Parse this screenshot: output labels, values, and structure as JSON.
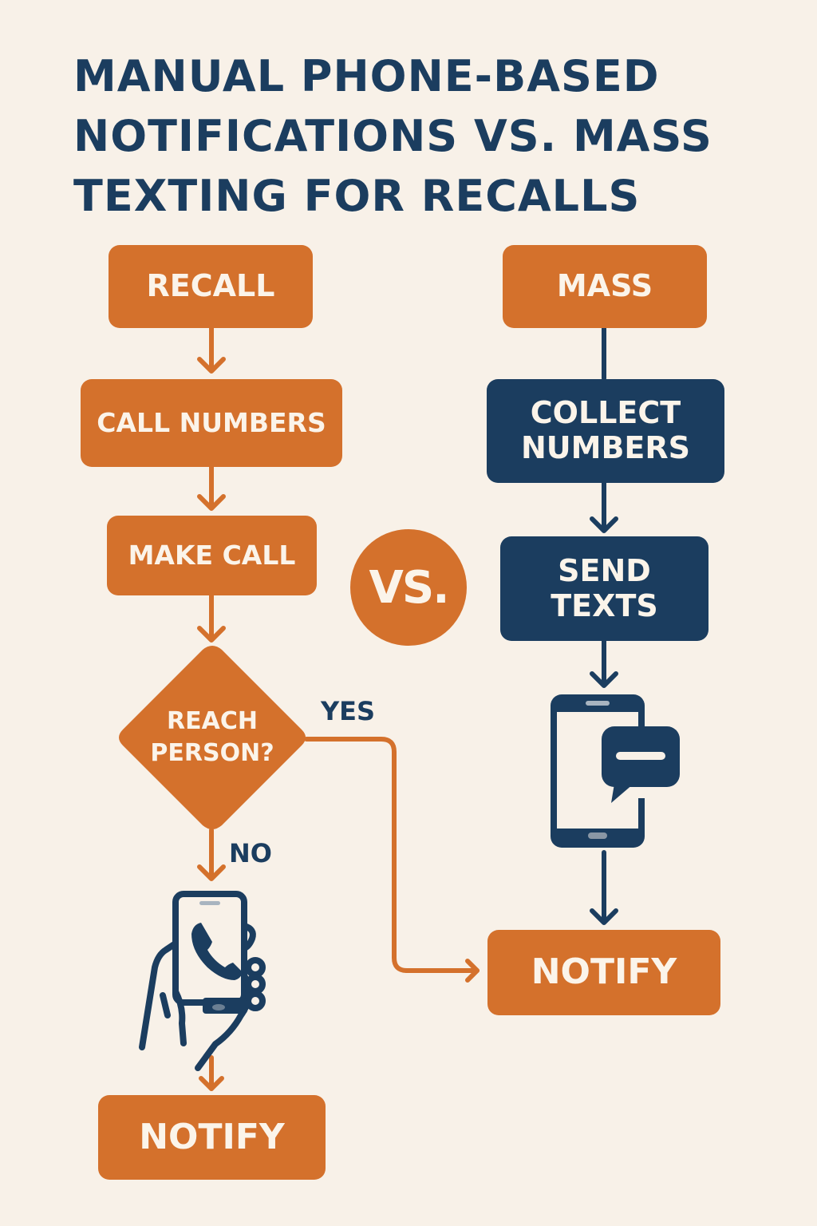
{
  "title": {
    "line1": "MANUAL PHONE-BASED",
    "line2": "NOTIFICATIONS VS. MASS",
    "line3": "TEXTING FOR RECALLS"
  },
  "colors": {
    "background": "#f8f1e8",
    "orange": "#d4712c",
    "navy": "#1b3d5f",
    "text_light": "#fbf4ea"
  },
  "left_flow": {
    "start": "RECALL",
    "step1": "CALL NUMBERS",
    "step2": "MAKE CALL",
    "decision": {
      "line1": "REACH",
      "line2": "PERSON?"
    },
    "yes_label": "YES",
    "no_label": "NO",
    "icon": "hand-holding-phone-icon",
    "end": "NOTIFY"
  },
  "vs_label": "VS.",
  "right_flow": {
    "start": "MASS",
    "step1": {
      "line1": "COLLECT",
      "line2": "NUMBERS"
    },
    "step2": {
      "line1": "SEND",
      "line2": "TEXTS"
    },
    "icon": "phone-message-icon",
    "end": "NOTIFY"
  }
}
